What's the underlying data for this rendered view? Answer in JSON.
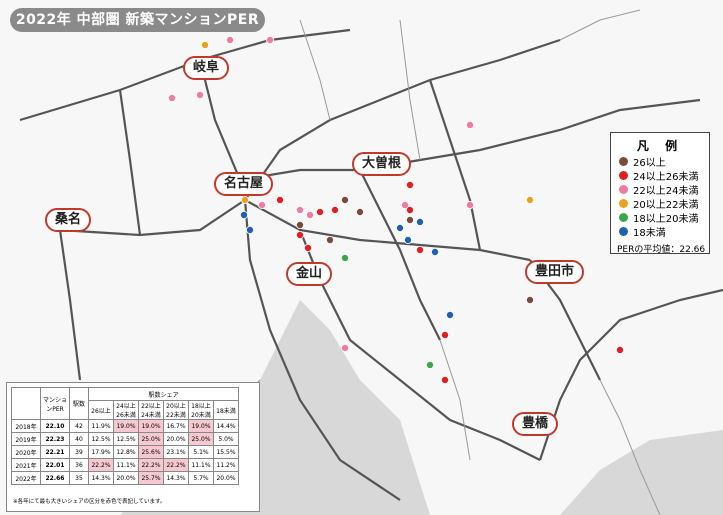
{
  "title": "2022年 中部圏 新築マンションPER",
  "cities": [
    {
      "name": "岐阜"
    },
    {
      "name": "大曽根"
    },
    {
      "name": "名古屋"
    },
    {
      "name": "桑名"
    },
    {
      "name": "金山"
    },
    {
      "name": "豊田市"
    },
    {
      "name": "豊橋"
    }
  ],
  "legend": {
    "title": "凡 例",
    "items": [
      {
        "label": "26以上",
        "color": "#7b4a3a"
      },
      {
        "label": "24以上26未満",
        "color": "#e02020"
      },
      {
        "label": "22以上24未満",
        "color": "#f07aa0"
      },
      {
        "label": "20以上22未満",
        "color": "#f0a020"
      },
      {
        "label": "18以上20未満",
        "color": "#3aa84a"
      },
      {
        "label": "18未満",
        "color": "#2060b0"
      }
    ],
    "average": "PERの平均値：22.66"
  },
  "table": {
    "headers": {
      "per": "マンションPER",
      "stations": "駅数",
      "share": "駅数シェア",
      "bands": [
        "26以上",
        "24以上26未満",
        "22以上24未満",
        "20以上22未満",
        "18以上20未満",
        "18未満"
      ]
    },
    "rows": [
      {
        "year": "2018年",
        "per": "22.10",
        "stations": "42",
        "shares": [
          "11.9%",
          "19.0%",
          "19.0%",
          "16.7%",
          "19.0%",
          "14.4%"
        ],
        "hl": [
          1,
          2,
          4
        ]
      },
      {
        "year": "2019年",
        "per": "22.23",
        "stations": "40",
        "shares": [
          "12.5%",
          "12.5%",
          "25.0%",
          "20.0%",
          "25.0%",
          "5.0%"
        ],
        "hl": [
          2,
          4
        ]
      },
      {
        "year": "2020年",
        "per": "22.21",
        "stations": "39",
        "shares": [
          "17.9%",
          "12.8%",
          "25.6%",
          "23.1%",
          "5.1%",
          "15.5%"
        ],
        "hl": [
          2
        ]
      },
      {
        "year": "2021年",
        "per": "22.01",
        "stations": "36",
        "shares": [
          "22.2%",
          "11.1%",
          "22.2%",
          "22.2%",
          "11.1%",
          "11.2%"
        ],
        "hl": [
          0,
          2,
          3
        ]
      },
      {
        "year": "2022年",
        "per": "22.66",
        "stations": "35",
        "shares": [
          "14.3%",
          "20.0%",
          "25.7%",
          "14.3%",
          "5.7%",
          "20.0%"
        ],
        "hl": [
          2
        ]
      }
    ],
    "note": "※各年にて最も大きいシェアの区分を赤色で表記しています。"
  },
  "stations": [
    {
      "c": 3
    },
    {
      "c": 2
    },
    {
      "c": 2
    },
    {
      "c": 2
    },
    {
      "c": 2
    },
    {
      "c": 3
    },
    {
      "c": 2
    },
    {
      "c": 5
    },
    {
      "c": 5
    },
    {
      "c": 1
    },
    {
      "c": 2
    },
    {
      "c": 0
    },
    {
      "c": 2
    },
    {
      "c": 1
    },
    {
      "c": 1
    },
    {
      "c": 0
    },
    {
      "c": 0
    },
    {
      "c": 1
    },
    {
      "c": 1
    },
    {
      "c": 0
    },
    {
      "c": 1
    },
    {
      "c": 2
    },
    {
      "c": 0
    },
    {
      "c": 1
    },
    {
      "c": 5
    },
    {
      "c": 5
    },
    {
      "c": 5
    },
    {
      "c": 5
    },
    {
      "c": 1
    },
    {
      "c": 4
    },
    {
      "c": 2
    },
    {
      "c": 2
    },
    {
      "c": 5
    },
    {
      "c": 1
    },
    {
      "c": 3
    },
    {
      "c": 0
    },
    {
      "c": 1
    },
    {
      "c": 2
    },
    {
      "c": 4
    },
    {
      "c": 1
    }
  ]
}
